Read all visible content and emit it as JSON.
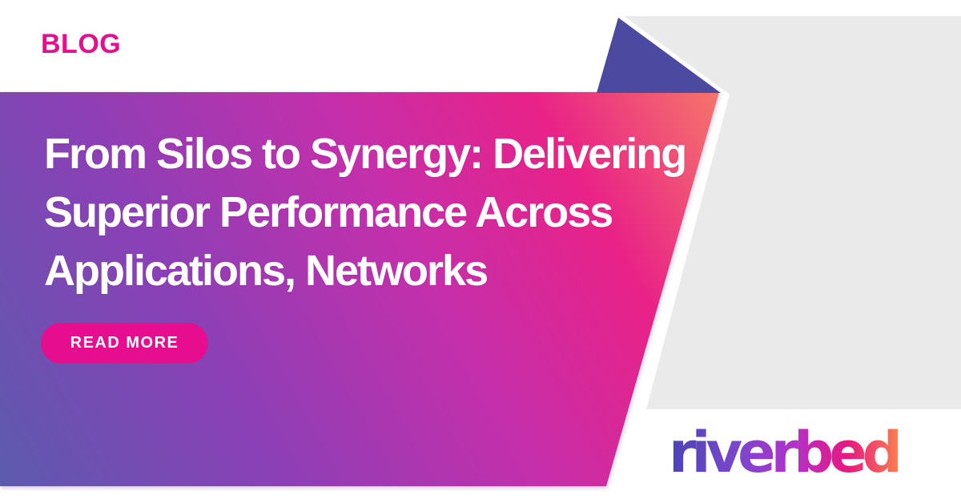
{
  "page": {
    "type_label": "BLOG"
  },
  "hero": {
    "heading_lines": {
      "line1": "From Silos to Synergy: Delivering",
      "line2": "Superior Performance Across",
      "line3": "Applications, Networks"
    },
    "cta_label": "READ MORE"
  },
  "brand": {
    "logo_text": "riverbed"
  },
  "colors": {
    "accent_pink": "#e60d8e",
    "heading_white": "#ffffff",
    "bg_gray": "#eaeaea",
    "fold_indigo": "#4b4aa0",
    "panel_grad_1": "#5c5bae",
    "panel_grad_2": "#8b40b6",
    "panel_grad_3": "#c52fab",
    "panel_grad_4": "#e92287",
    "panel_grad_5": "#f5756a",
    "logo_grad_1": "#4b44b4",
    "logo_grad_2": "#7a47cc",
    "logo_grad_3": "#b331c9",
    "logo_grad_4": "#e8187f",
    "logo_grad_5": "#f97c52"
  }
}
